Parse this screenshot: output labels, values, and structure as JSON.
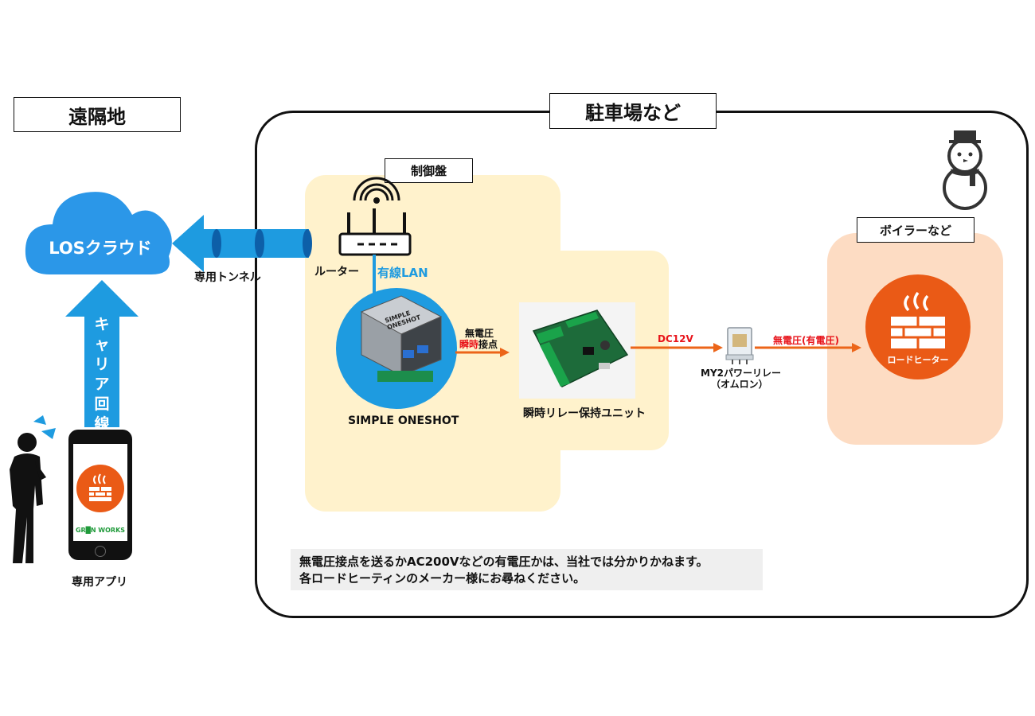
{
  "labels": {
    "remote": "遠隔地",
    "parking": "駐車場など",
    "control_panel": "制御盤",
    "boiler": "ボイラーなど"
  },
  "cloud": {
    "text": "LOSクラウド"
  },
  "tunnel": {
    "text": "専用トンネル"
  },
  "carrier": {
    "text": "キャリア回線"
  },
  "app": {
    "label": "専用アプリ",
    "brand": "GR█N WORKS"
  },
  "router": {
    "label": "ルーター"
  },
  "lan": {
    "label": "有線LAN"
  },
  "oneshot": {
    "label": "SIMPLE ONESHOT",
    "board_text_1": "SIMPLE",
    "board_text_2": "ONESHOT"
  },
  "dry_contact": {
    "line1": "無電圧",
    "line2_red": "瞬時",
    "line2_black": "接点"
  },
  "relay_unit": {
    "label": "瞬時リレー保持ユニット"
  },
  "dc": {
    "label": "DC12V"
  },
  "power_relay": {
    "line1": "MY2パワーリレー",
    "line2": "（オムロン）"
  },
  "voltage": {
    "label": "無電圧(有電圧)"
  },
  "heater": {
    "label": "ロードヒーター"
  },
  "note": {
    "line1": "無電圧接点を送るかAC200Vなどの有電圧かは、当社では分かりかねます。",
    "line2": "各ロードヒーティンのメーカー様にお尋ねください。"
  },
  "colors": {
    "cloud_blue": "#2b97e8",
    "arrow_blue": "#1e9be0",
    "panel_yellow": "#fff2cc",
    "boiler_peach": "#fddcc3",
    "heater_orange": "#ea5a16",
    "arrow_orange": "#ec6519",
    "red_text": "#e8141b"
  }
}
